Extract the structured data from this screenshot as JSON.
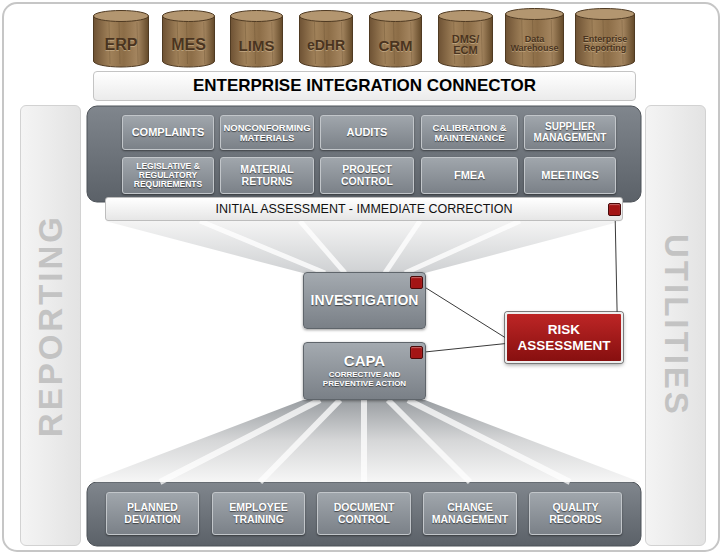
{
  "diagram": {
    "nodes": [
      {
        "text": [
          "ERP"
        ]
      },
      {
        "text": [
          "MES"
        ]
      },
      {
        "text": [
          "LIMS"
        ]
      },
      {
        "text": [
          "eDHR"
        ]
      },
      {
        "text": [
          "CRM"
        ]
      },
      {
        "text": [
          "DMS/ ECM"
        ]
      },
      {
        "text": [
          "Data Warehouse"
        ]
      },
      {
        "text": [
          "Enterprise Reporting"
        ]
      },
      {
        "text": [
          "ENTERPRISE INTEGRATION CONNECTOR"
        ]
      },
      {
        "text": [
          "REPORTING"
        ]
      },
      {
        "text": [
          "UTILITIES"
        ]
      },
      {
        "text": [
          "COMPLAINTS"
        ]
      },
      {
        "text": [
          "NONCONFORMING MATERIALS"
        ]
      },
      {
        "text": [
          "AUDITS"
        ]
      },
      {
        "text": [
          "CALIBRATION & MAINTENANCE"
        ]
      },
      {
        "text": [
          "SUPPLIER MANAGEMENT"
        ]
      },
      {
        "text": [
          "LEGISLATIVE & REGULATORY REQUIREMENTS"
        ]
      },
      {
        "text": [
          "MATERIAL RETURNS"
        ]
      },
      {
        "text": [
          "PROJECT CONTROL"
        ]
      },
      {
        "text": [
          "FMEA"
        ]
      },
      {
        "text": [
          "MEETINGS"
        ]
      },
      {
        "text": [
          "INITIAL ASSESSMENT - IMMEDIATE CORRECTION"
        ]
      },
      {
        "text": [
          "INVESTIGATION"
        ]
      },
      {
        "text": [
          "CAPA",
          "CORRECTIVE AND PREVENTIVE ACTION"
        ]
      },
      {
        "text": [
          "RISK ASSESSMENT"
        ]
      },
      {
        "text": [
          "PLANNED DEVIATION"
        ]
      },
      {
        "text": [
          "EMPLOYEE TRAINING"
        ]
      },
      {
        "text": [
          "DOCUMENT CONTROL"
        ]
      },
      {
        "text": [
          "CHANGE MANAGEMENT"
        ]
      },
      {
        "text": [
          "QUALITY RECORDS"
        ]
      }
    ],
    "edges": [
      {
        "from": 21,
        "to": 24,
        "arrow": "none"
      },
      {
        "from": 22,
        "to": 24,
        "arrow": "none"
      },
      {
        "from": 23,
        "to": 24,
        "arrow": "none"
      }
    ]
  }
}
